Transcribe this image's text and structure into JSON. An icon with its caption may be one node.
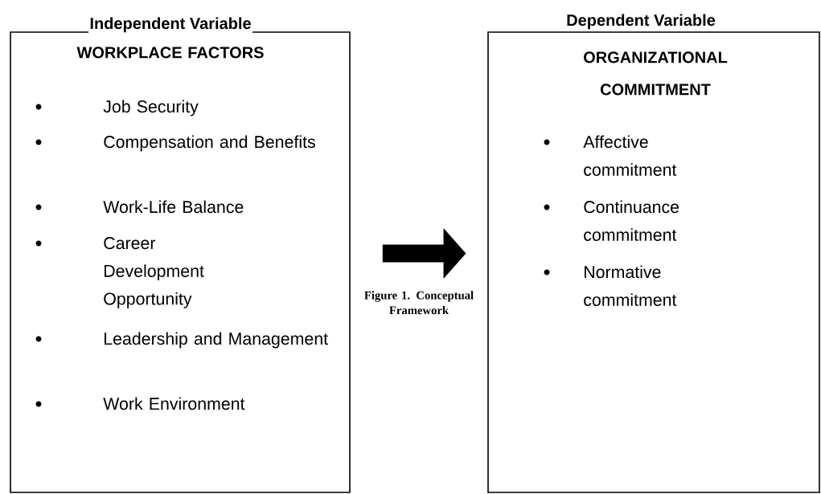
{
  "diagram": {
    "caption": "Figure 1. Conceptual Framework",
    "nodes": [
      {
        "text": [
          "Independent Variable",
          "WORKPLACE FACTORS",
          "Job Security",
          "Compensation and Benefits",
          "Work-Life Balance",
          "Career Development Opportunity",
          "Leadership and Management",
          "Work Environment"
        ]
      },
      {
        "text": [
          "Dependent Variable",
          "ORGANIZATIONAL COMMITMENT",
          "Affective commitment",
          "Continuance commitment",
          "Normative commitment"
        ]
      }
    ],
    "edges": [
      {
        "from": 0,
        "to": 1,
        "arrow": "to"
      }
    ]
  }
}
